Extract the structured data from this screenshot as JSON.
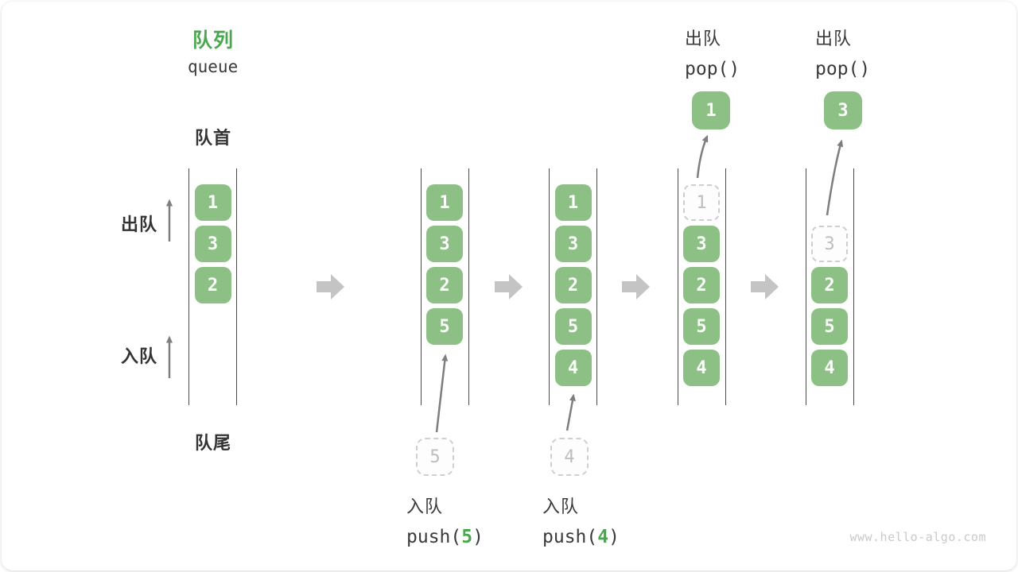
{
  "title": {
    "zh": "队列",
    "en": "queue"
  },
  "structure_labels": {
    "front": "队首",
    "rear": "队尾",
    "dequeue_side": "出队",
    "enqueue_side": "入队"
  },
  "queues": [
    {
      "cells": [
        {
          "row": 0,
          "value": "1",
          "style": "solid"
        },
        {
          "row": 1,
          "value": "3",
          "style": "solid"
        },
        {
          "row": 2,
          "value": "2",
          "style": "solid"
        }
      ]
    },
    {
      "cells": [
        {
          "row": 0,
          "value": "1",
          "style": "solid"
        },
        {
          "row": 1,
          "value": "3",
          "style": "solid"
        },
        {
          "row": 2,
          "value": "2",
          "style": "solid"
        },
        {
          "row": 3,
          "value": "5",
          "style": "solid"
        }
      ]
    },
    {
      "cells": [
        {
          "row": 0,
          "value": "1",
          "style": "solid"
        },
        {
          "row": 1,
          "value": "3",
          "style": "solid"
        },
        {
          "row": 2,
          "value": "2",
          "style": "solid"
        },
        {
          "row": 3,
          "value": "5",
          "style": "solid"
        },
        {
          "row": 4,
          "value": "4",
          "style": "solid"
        }
      ]
    },
    {
      "cells": [
        {
          "row": 0,
          "value": "1",
          "style": "ghost"
        },
        {
          "row": 1,
          "value": "3",
          "style": "solid"
        },
        {
          "row": 2,
          "value": "2",
          "style": "solid"
        },
        {
          "row": 3,
          "value": "5",
          "style": "solid"
        },
        {
          "row": 4,
          "value": "4",
          "style": "solid"
        }
      ]
    },
    {
      "cells": [
        {
          "row": 1,
          "value": "3",
          "style": "ghost"
        },
        {
          "row": 2,
          "value": "2",
          "style": "solid"
        },
        {
          "row": 3,
          "value": "5",
          "style": "solid"
        },
        {
          "row": 4,
          "value": "4",
          "style": "solid"
        }
      ]
    }
  ],
  "operations": {
    "push5": {
      "label": "入队",
      "code_pre": "push(",
      "arg": "5",
      "code_post": ")",
      "ghost_value": "5"
    },
    "push4": {
      "label": "入队",
      "code_pre": "push(",
      "arg": "4",
      "code_post": ")",
      "ghost_value": "4"
    },
    "pop1": {
      "label": "出队",
      "code": "pop()",
      "value": "1"
    },
    "pop3": {
      "label": "出队",
      "code": "pop()",
      "value": "3"
    }
  },
  "watermark": "www.hello-algo.com",
  "colors": {
    "box_green": "#8CC084",
    "accent_green": "#4BA74F",
    "arrow_gray": "#C4C4C4",
    "line_dark": "#4B4B4B",
    "text_dark": "#3A3A3A",
    "ghost_gray": "#BDBDBD"
  }
}
